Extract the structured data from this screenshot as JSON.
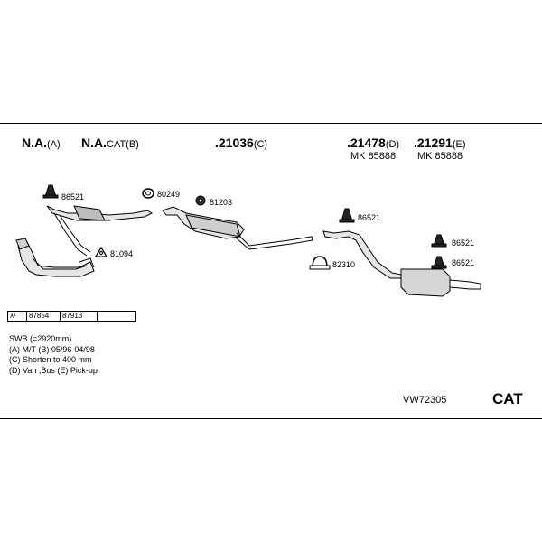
{
  "headers": [
    {
      "main": "N.A.",
      "suffix": "(A)"
    },
    {
      "main": "N.A.",
      "suffix": "CAT(B)"
    },
    {
      "main": ".21036",
      "suffix": "(C)"
    },
    {
      "main": ".21478",
      "suffix": "(D)"
    },
    {
      "main": ".21291",
      "suffix": "(E)"
    }
  ],
  "mk_codes": [
    "MK 85888",
    "MK 85888"
  ],
  "part_labels": [
    "86521",
    "80249",
    "81203",
    "81094",
    "86521",
    "86521",
    "82310",
    "86521"
  ],
  "lambda_row": {
    "symbol": "λ¹",
    "values": [
      "87854",
      "87913",
      ""
    ]
  },
  "notes": [
    "SWB (=2920mm)",
    "(A) M/T (B) 05/96-04/98",
    "(C) Shorten to 400 mm",
    "(D) Van ,Bus (E) Pick-up"
  ],
  "diagram_code": "VW72305",
  "category": "CAT"
}
